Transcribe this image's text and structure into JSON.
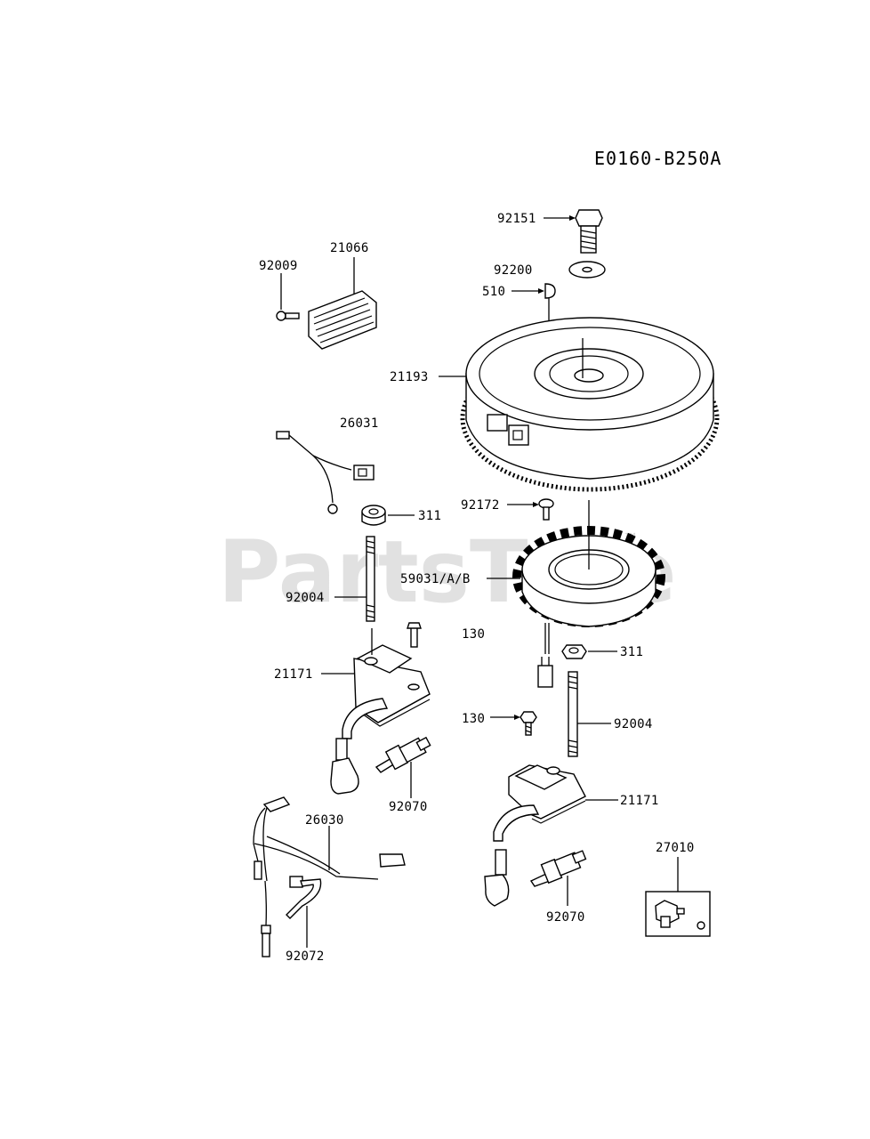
{
  "diagram": {
    "code": "E0160-B250A",
    "watermark": "PartsTree",
    "watermark_mark": "™",
    "labels": {
      "p92151": "92151",
      "p92200": "92200",
      "p510": "510",
      "p21193": "21193",
      "p21066": "21066",
      "p92009": "92009",
      "p26031": "26031",
      "p311_a": "311",
      "p92172": "92172",
      "p59031": "59031/A/B",
      "p92004_a": "92004",
      "p130_a": "130",
      "p311_b": "311",
      "p21171_a": "21171",
      "p130_b": "130",
      "p92004_b": "92004",
      "p92070_a": "92070",
      "p21171_b": "21171",
      "p26030": "26030",
      "p27010": "27010",
      "p92070_b": "92070",
      "p92072": "92072"
    }
  }
}
